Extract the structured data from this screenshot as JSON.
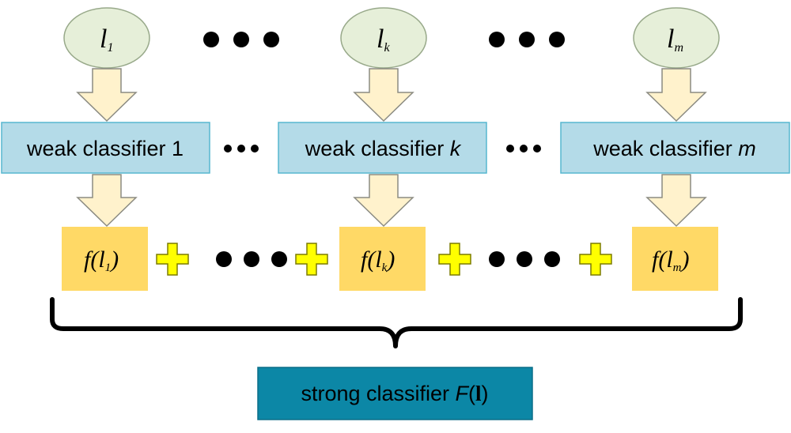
{
  "colors": {
    "input_fill": "#e6efd9",
    "input_stroke": "#98a98a",
    "arrow_fill": "#fff2cc",
    "arrow_stroke": "#8b8b82",
    "weak_fill": "#b4dbe8",
    "weak_stroke": "#57b7cf",
    "output_fill": "#ffd966",
    "plus_fill": "#ffff00",
    "plus_stroke": "#7b7b00",
    "strong_fill": "#0c87a6",
    "strong_stroke": "#0b6f88",
    "brace": "#000000",
    "dots": "#000000"
  },
  "inputs": [
    {
      "base": "l",
      "sub": "1"
    },
    {
      "base": "l",
      "sub": "k"
    },
    {
      "base": "l",
      "sub": "m"
    }
  ],
  "weak_classifiers": [
    {
      "text": "weak classifier ",
      "suffix": "1",
      "suffix_italic": false
    },
    {
      "text": "weak classifier ",
      "suffix": "k",
      "suffix_italic": true
    },
    {
      "text": "weak classifier ",
      "suffix": "m",
      "suffix_italic": true
    }
  ],
  "outputs": [
    {
      "pre": "f(l",
      "sub": "1",
      "post": ")"
    },
    {
      "pre": "f(l",
      "sub": "k",
      "post": ")"
    },
    {
      "pre": "f(l",
      "sub": "m",
      "post": ")"
    }
  ],
  "strong_classifier": {
    "text": "strong classifier ",
    "func": "F",
    "open": "(",
    "arg": "l",
    "close": ")"
  },
  "icons": {
    "ellipsis": "ellipsis-icon",
    "plus": "plus-icon",
    "arrow": "down-arrow-icon",
    "brace": "curly-brace-icon"
  }
}
